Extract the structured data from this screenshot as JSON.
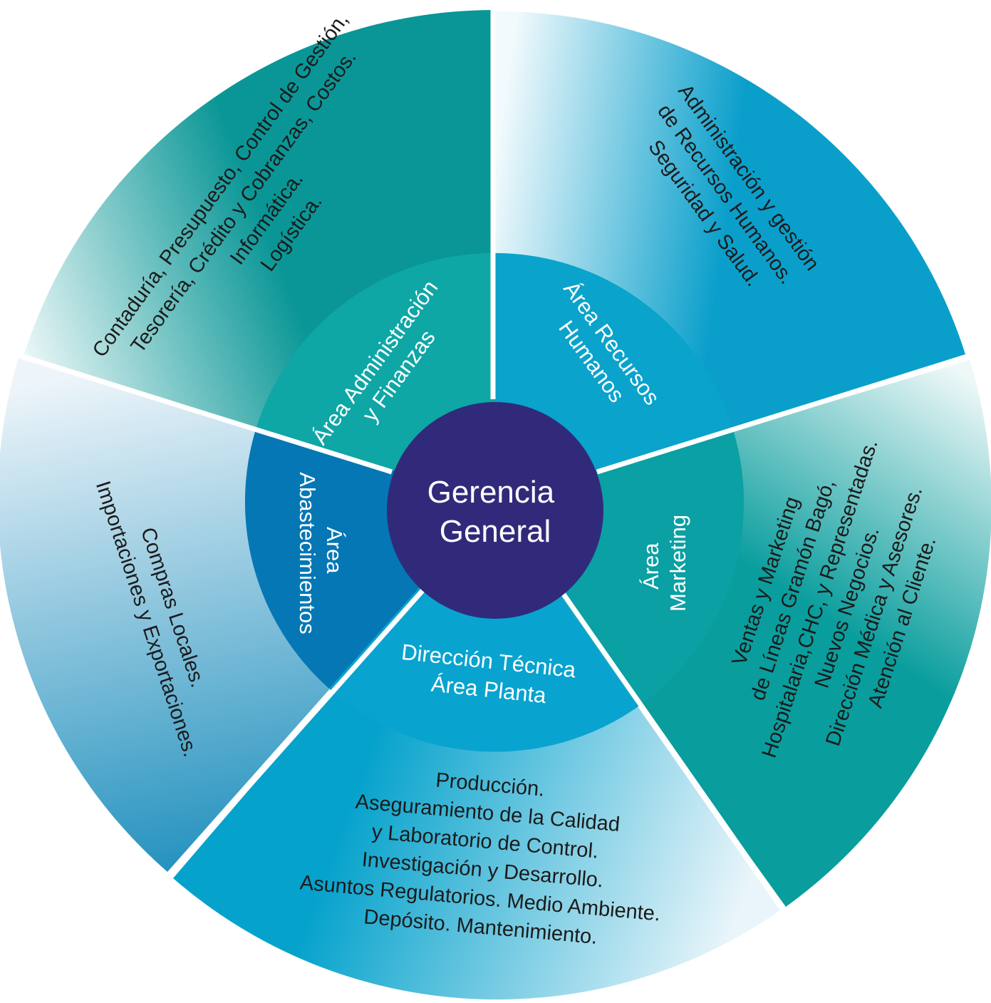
{
  "center": {
    "lines": [
      "Gerencia",
      "General"
    ],
    "color": "#312a7a"
  },
  "segments": [
    {
      "id": "finanzas",
      "inner_lines": [
        "Área Administración",
        "y Finanzas"
      ],
      "outer_lines": [
        "Contaduría, Presupuesto, Control de Gestión,",
        "Tesorería, Crédito y Cobranzas, Costos.",
        "Informática.",
        "Logística."
      ],
      "inner_color": "#0fa6a6",
      "outer_color_dark": "#0a9696",
      "outer_color_light": "#f2fafa"
    },
    {
      "id": "rrhh",
      "inner_lines": [
        "Área Recursos",
        "Humanos"
      ],
      "outer_lines": [
        "Administración y gestión",
        "de Recursos Humanos.",
        "Seguridad y Salud."
      ],
      "inner_color": "#0aa3cc",
      "outer_color_dark": "#0a9fcb",
      "outer_color_light": "#f2fafd"
    },
    {
      "id": "marketing",
      "inner_lines": [
        "Área",
        "Marketing"
      ],
      "outer_lines": [
        "Ventas y Marketing",
        "de Líneas Gramón Bagó,",
        "Hospitalaria,CHC, y Representadas.",
        "Nuevos Negocios.",
        "Dirección Médica y Asesores.",
        "Atención al Cliente."
      ],
      "inner_color": "#0aa0a4",
      "outer_color_dark": "#0a9d9d",
      "outer_color_light": "#eef8f8"
    },
    {
      "id": "planta",
      "inner_lines": [
        "Dirección Técnica",
        "Área Planta"
      ],
      "outer_lines": [
        "Producción.",
        "Aseguramiento de la Calidad",
        "y Laboratorio de Control.",
        "Investigación y Desarrollo.",
        "Asuntos Regulatorios. Medio Ambiente.",
        "Depósito. Mantenimiento."
      ],
      "inner_color": "#09a3cf",
      "outer_color_dark": "#05a2cc",
      "outer_color_light": "#e9f5fa"
    },
    {
      "id": "abastecimientos",
      "inner_lines": [
        "Área",
        "Abastecimientos"
      ],
      "outer_lines": [
        "Compras Locales.",
        "Importaciones y Exportaciones."
      ],
      "inner_color": "#0577b5",
      "outer_color_dark": "#1e8fbd",
      "outer_color_light": "#eef5fa"
    }
  ]
}
